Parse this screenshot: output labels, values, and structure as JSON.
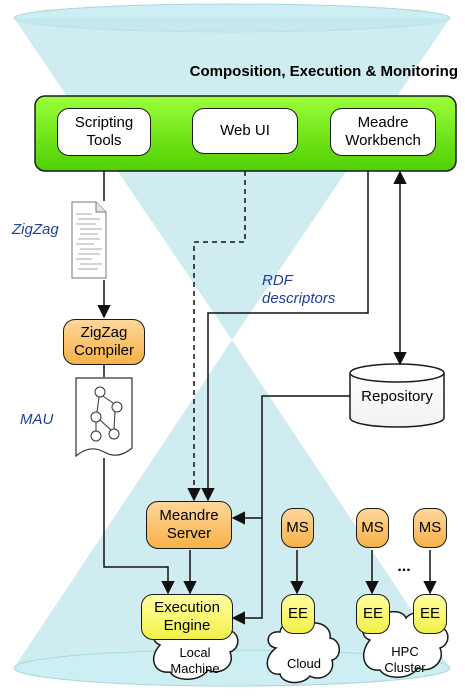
{
  "title": "Composition, Execution & Monitoring",
  "top_bar": {
    "scripting_tools": "Scripting Tools",
    "web_ui": "Web UI",
    "workbench": "Meadre Workbench"
  },
  "labels": {
    "zigzag": "ZigZag",
    "mau": "MAU",
    "rdf": "RDF descriptors",
    "ellipsis": "..."
  },
  "components": {
    "compiler": "ZigZag Compiler",
    "repository": "Repository",
    "server": "Meandre Server",
    "engine": "Execution Engine",
    "ms": "MS",
    "ee": "EE"
  },
  "clouds": {
    "local": "Local Machine",
    "cloud": "Cloud",
    "hpc": "HPC Cluster"
  },
  "colors": {
    "green_bar": "#6cf000",
    "orange": "#f6b248",
    "yellow": "#f2f04a",
    "cone": "#bfe6ec",
    "label_blue": "#1f3fa0"
  }
}
